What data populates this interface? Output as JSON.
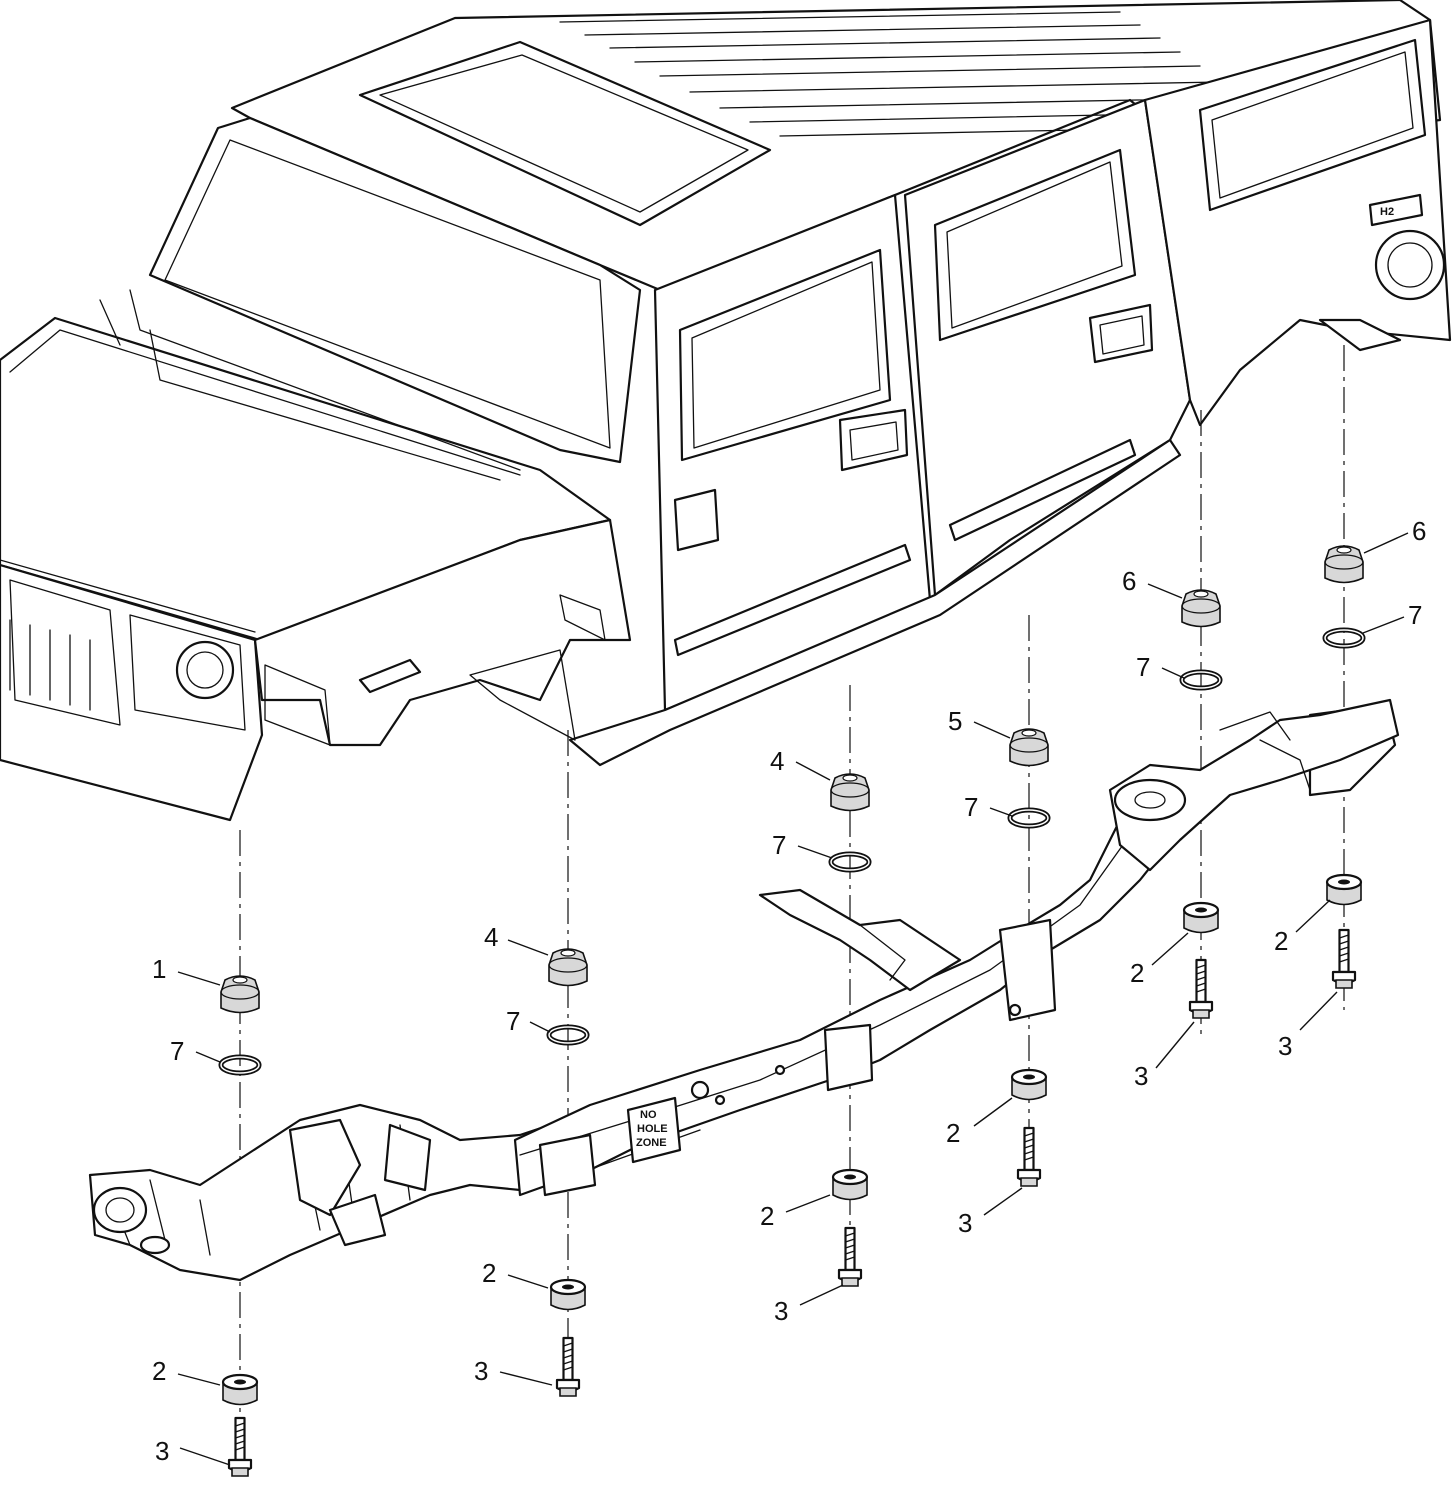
{
  "callouts": {
    "c1": "1",
    "c2": "2",
    "c3": "3",
    "c4": "4",
    "c5": "5",
    "c6": "6",
    "c7": "7"
  },
  "frame_stamp": {
    "line1": "NO",
    "line2": "HOLE",
    "line3": "ZONE"
  },
  "body_badge": "H2",
  "colors": {
    "line": "#111111",
    "background": "#ffffff",
    "part_fill": "#d8d8d8"
  }
}
